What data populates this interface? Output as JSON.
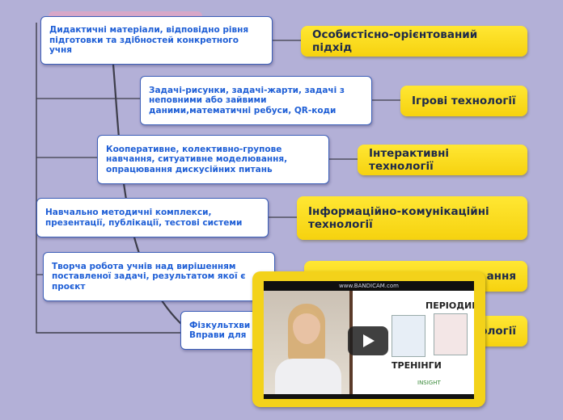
{
  "descriptions": [
    "Дидактичні матеріали, відповідно рівня підготовки та здібностей конкретного учня",
    "Задачі-рисунки, задачі-жарти, задачі з неповними або зайвими даними,математичні ребуси, QR-коди",
    "Кооперативне, колективно-групове навчання, ситуативне моделювання, опрацювання дискусійних питань",
    "Навчально методичні комплекси, презентації, публікації, тестові системи",
    "Творча робота учнів над вирішенням поставленої задачі, результатом якої є проєкт",
    "Фізкультхви\nВправи для"
  ],
  "technologies": [
    "Особистісно-орієнтований підхід",
    "Ігрові технології",
    "Інтерактивні технології",
    "Інформаційно-комунікаційні технології",
    "ання",
    "ології"
  ],
  "video": {
    "watermark": "www.BANDICAM.com",
    "title_text": "ПЕРІОДИКА",
    "subtitle_text": "ТРЕНІНГИ",
    "logo_text": "INSIGHT"
  },
  "colors": {
    "background": "#b3b0d7",
    "topic_fill": "#f6d20f",
    "description_text": "#1f5fd6",
    "connector": "#3d3d4a"
  }
}
